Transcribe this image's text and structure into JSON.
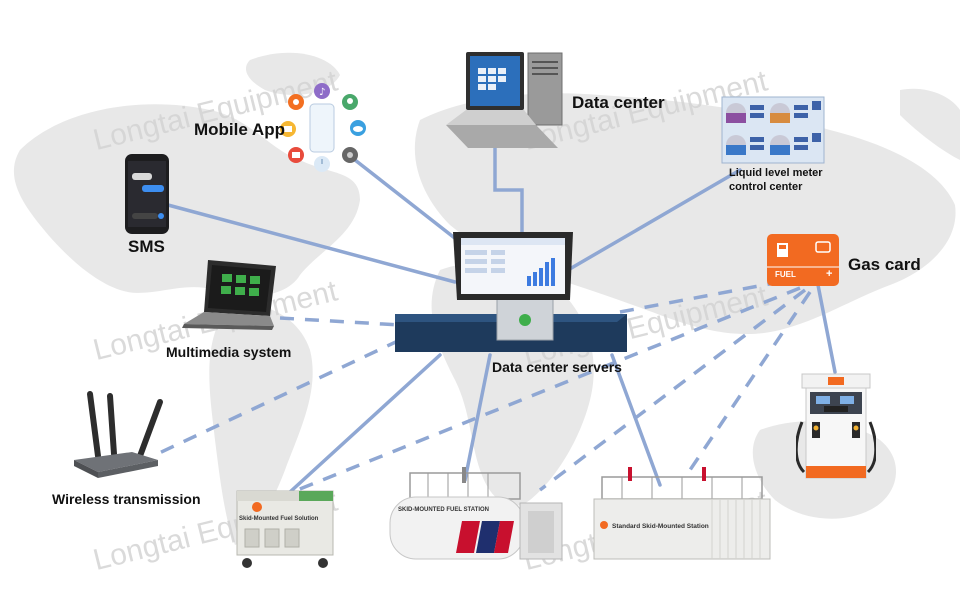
{
  "labels": {
    "data_center": "Data center",
    "mobile_app": "Mobile App",
    "liquid_level_line1": "Liquid level meter",
    "liquid_level_line2": "control center",
    "sms": "SMS",
    "gas_card": "Gas card",
    "multimedia_system": "Multimedia system",
    "data_center_servers": "Data center servers",
    "wireless_transmission": "Wireless transmission"
  },
  "watermark": "Longtai Equipment",
  "device_text": {
    "gas_card_fuel": "FUEL",
    "gas_card_plus": "+",
    "skid_left_tag": "Skid-Mounted Fuel Solution",
    "skid_center_tag": "SKID-MOUNTED FUEL STATION",
    "skid_right_tag": "Standard Skid-Mounted Station"
  },
  "colors": {
    "solid_link": "#8fa7d3",
    "dashed_link": "#8fa7d3",
    "gas_card": "#f26a21",
    "map": "#e4e4e4",
    "watermark": "#d4d4d4"
  }
}
